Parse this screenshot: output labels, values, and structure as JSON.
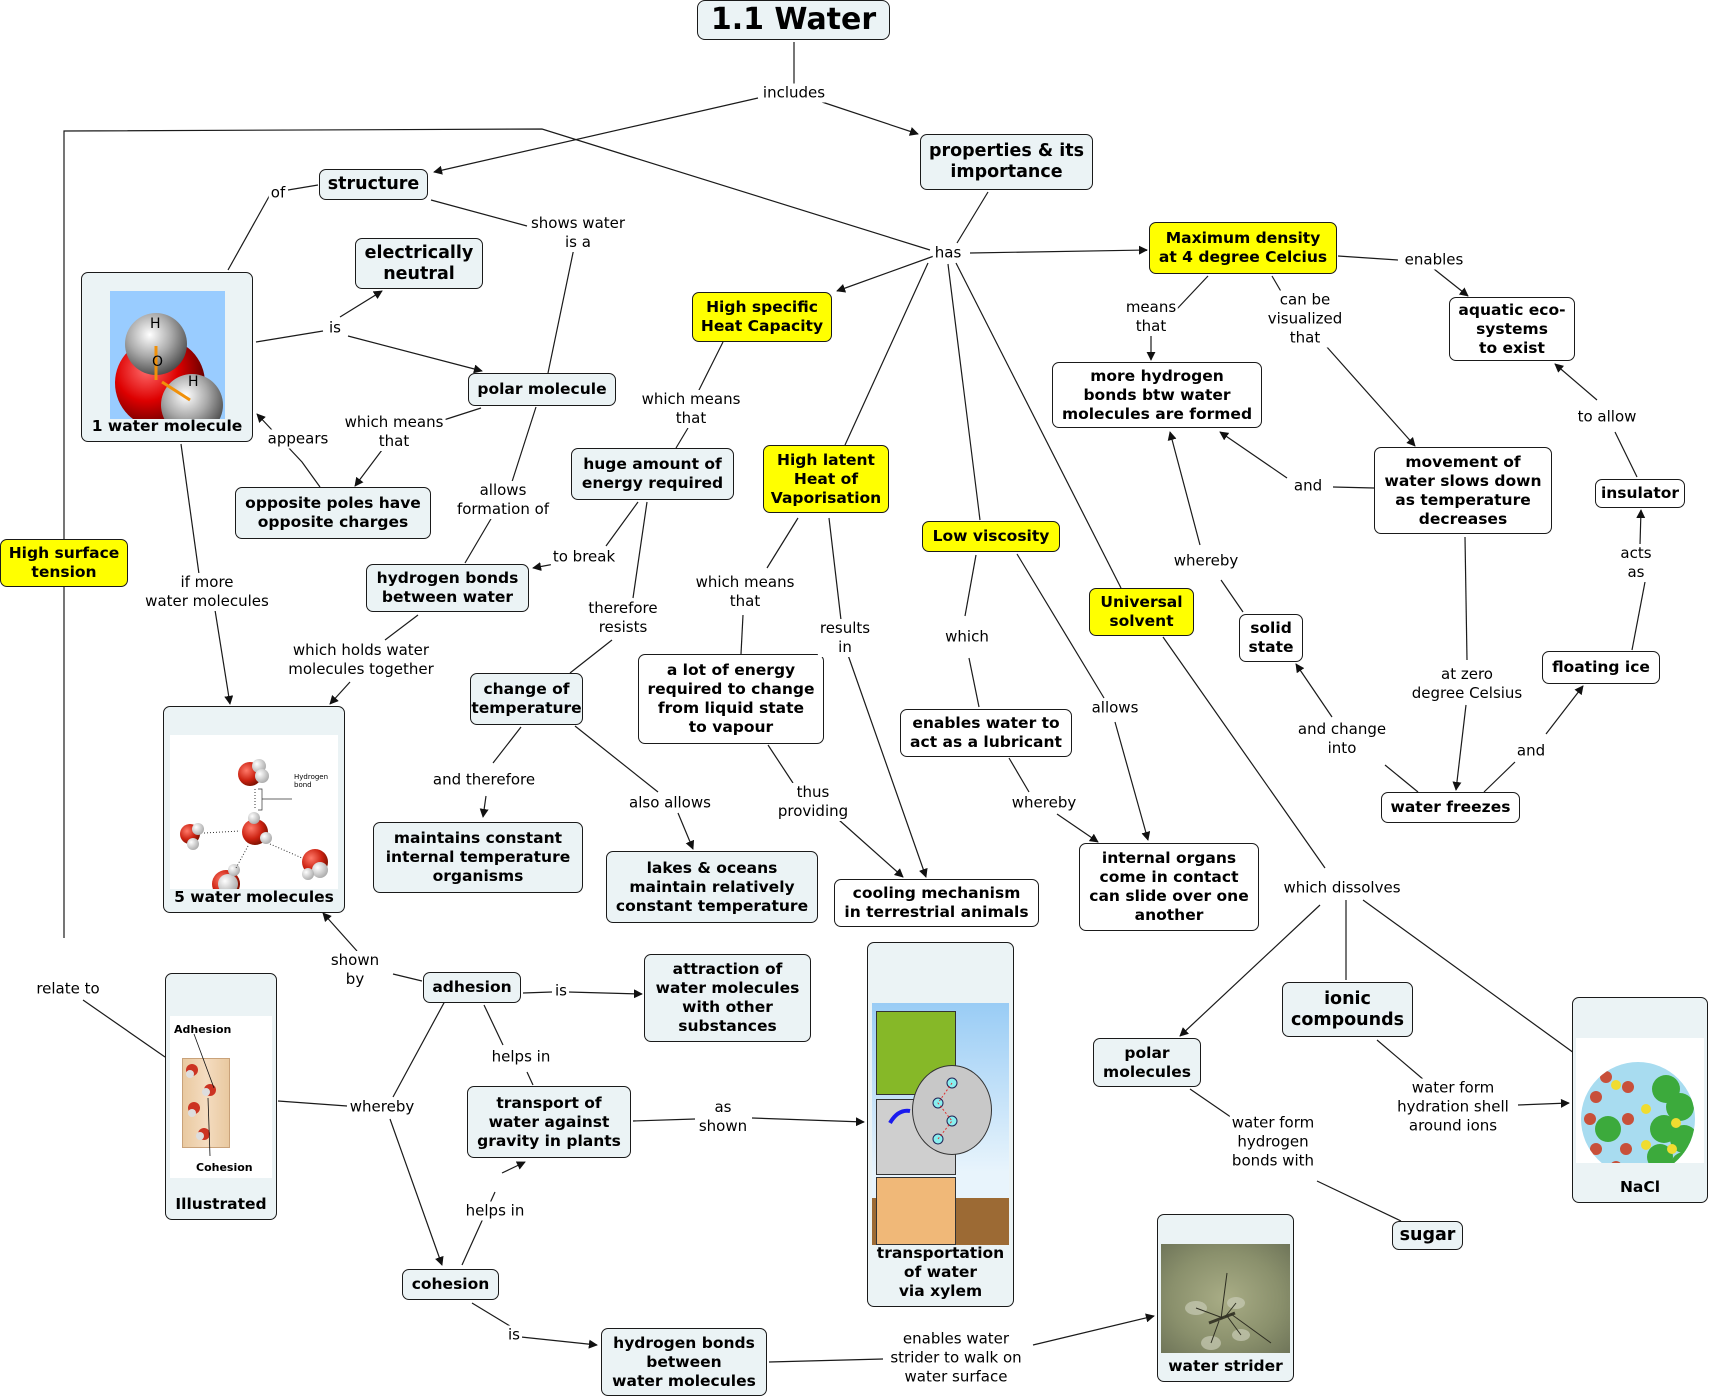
{
  "map": {
    "title": "1.1 Water",
    "nodes": {
      "title": "1.1 Water",
      "structure": "structure",
      "properties": "properties & its\nimportance",
      "neutral": "electrically\nneutral",
      "water1": "1 water molecule",
      "polar_molecule": "polar molecule",
      "specific_heat": "High specific\nHeat Capacity",
      "max_density": "Maximum density\nat 4 degree Celcius",
      "aquatic": "aquatic eco-\nsystems\nto exist",
      "more_hbonds": "more hydrogen\nbonds btw water\nmolecules are formed",
      "opposite_poles": "opposite poles have\nopposite charges",
      "huge_energy": "huge amount of\nenergy required",
      "latent_heat": "High latent\nHeat of\nVaporisation",
      "low_viscosity": "Low viscosity",
      "movement": "movement of\nwater slows down\nas temperature\ndecreases",
      "insulator": "insulator",
      "surface_tension": "High surface\ntension",
      "hbonds_water": "hydrogen bonds\nbetween water",
      "universal_solvent": "Universal\nsolvent",
      "solid_state": "solid\nstate",
      "change_temp": "change of\ntemperature",
      "lot_energy": "a lot of energy\nrequired to change\nfrom liquid state\nto vapour",
      "lubricant": "enables water to\nact as a lubricant",
      "floating_ice": "floating ice",
      "water5": "5 water molecules",
      "maintains": "maintains constant\ninternal temperature\norganisms",
      "lakes": "lakes & oceans\nmaintain relatively\nconstant temperature",
      "cooling": "cooling mechanism\nin terrestrial animals",
      "organs": "internal organs\ncome in contact\ncan slide over one\nanother",
      "water_freezes": "water freezes",
      "illustrated": "Illustrated",
      "adhesion": "adhesion",
      "attraction": "attraction of\nwater molecules\nwith other\nsubstances",
      "xylem": "transportation\nof water\nvia xylem",
      "ionic": "ionic\ncompounds",
      "polar_molecules": "polar\nmolecules",
      "nacl": "NaCl",
      "transport": "transport of\nwater against\ngravity in plants",
      "sugar": "sugar",
      "cohesion": "cohesion",
      "hb_molecules": "hydrogen bonds\nbetween\nwater molecules",
      "strider": "water strider"
    },
    "image_captions": {
      "five_molecules_callout": "Hydrogen\nbond",
      "illustrated_adhesion": "Adhesion",
      "illustrated_cohesion": "Cohesion",
      "atom_h": "H",
      "atom_o": "O"
    },
    "links": {
      "includes": "includes",
      "of": "of",
      "shows_water": "shows water\nis a",
      "has": "has",
      "is_1": "is",
      "which_means_1": "which means\nthat",
      "appears": "appears",
      "allows_formation": "allows\nformation of",
      "which_means_2": "which means\nthat",
      "to_break": "to break",
      "therefore_resists": "therefore\nresists",
      "which_means_3": "which means\nthat",
      "results_in": "results\nin",
      "means_that": "means\nthat",
      "can_be_visualized": "can be\nvisualized\nthat",
      "enables": "enables",
      "to_allow": "to allow",
      "and_1": "and",
      "whereby_1": "whereby",
      "acts_as": "acts\nas",
      "at_zero": "at zero\ndegree Celsius",
      "and_change": "and change\ninto",
      "and_2": "and",
      "which": "which",
      "allows": "allows",
      "whereby_2": "whereby",
      "if_more": "if more\nwater molecules",
      "which_holds": "which holds water\nmolecules together",
      "and_therefore": "and therefore",
      "also_allows": "also allows",
      "thus_providing": "thus\nproviding",
      "which_dissolves": "which dissolves",
      "relate_to": "relate to",
      "shown_by": "shown\nby",
      "is_2": "is",
      "helps_in_1": "helps in",
      "whereby_3": "whereby",
      "as_shown": "as\nshown",
      "helps_in_2": "helps in",
      "is_3": "is",
      "enables_strider": "enables water\nstrider to walk on\nwater surface",
      "water_form_hb": "water form\nhydrogen\nbonds with",
      "water_form_shell": "water form\nhydration shell\naround ions"
    },
    "colors": {
      "node_fill": "#ebf3f5",
      "highlight_fill": "#ffff00",
      "plain_fill": "#ffffff",
      "line": "#1a1a1a"
    }
  }
}
